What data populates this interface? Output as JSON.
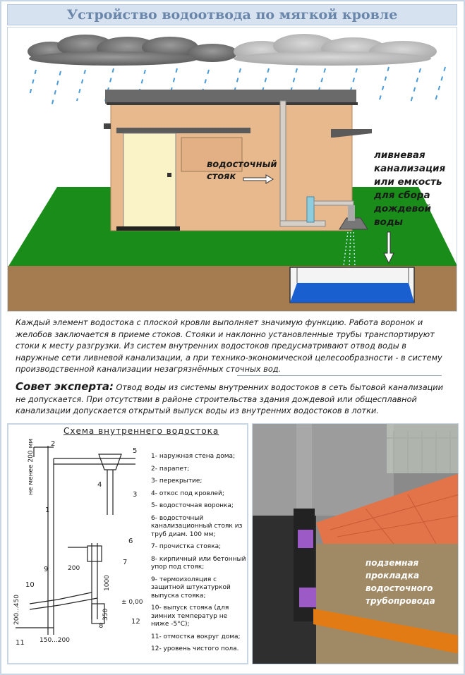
{
  "title": "Устройство водоотвода по мягкой кровле",
  "scene": {
    "label_stoyak_line1": "водосточный",
    "label_stoyak_line2": "стояк",
    "label_liv_line1": "ливневая",
    "label_liv_line2": "канализация",
    "label_liv_line3": "или емкость",
    "label_liv_line4": "для сбора",
    "label_liv_line5": "дождевой",
    "label_liv_line6": "воды"
  },
  "intro_text": "Каждый элемент водостока с плоской кровли выполняет значимую функцию. Работа воронок и желобов заключается в приеме стоков. Стояки и наклонно установленные трубы транспортируют стоки к месту разгрузки. Из систем внутренних водостоков предусматривают отвод воды в наружные сети ливневой канализации, а при технико-экономической целесообразности - в систему производственной канализации незагрязнённых сточных вод.",
  "advice": {
    "heading": "Совет эксперта:",
    "text": " Отвод воды из системы внутренних водостоков в сеть бытовой канализации не допускается. При отсутствии в районе строительства здания дождевой или общесплавной канализации допускается открытый выпуск воды из внутренних водостоков в лотки."
  },
  "schema": {
    "title": "Схема внутреннего водостока",
    "dims": {
      "min200": "не менее 200 мм",
      "d200": "200",
      "d1000": "1000",
      "d350": "350",
      "d200_450": "200...450",
      "d150_200": "150...200",
      "zero": "± 0,00"
    },
    "numbers": [
      "1",
      "2",
      "3",
      "4",
      "5",
      "6",
      "7",
      "8",
      "9",
      "10",
      "11",
      "12"
    ],
    "legend": [
      "1- наружная стена дома;",
      "2- парапет;",
      "3- перекрытие;",
      "4- откос под кровлей;",
      "5- водосточная воронка;",
      "6- водосточный канализационный стояк из труб диам. 100 мм;",
      "7- прочистка стояка;",
      "8- кирпичный или бетонный упор под стояк;",
      "9- термоизоляция с защитной штукатуркой выпуска стояка;",
      "10- выпуск стояка (для зимних температур не ниже -5°С);",
      "11- отмостка вокруг дома;",
      "12- уровень чистого пола."
    ]
  },
  "photo": {
    "label_line1": "подземная",
    "label_line2": "прокладка",
    "label_line3": "водосточного",
    "label_line4": "трубопровода"
  },
  "colors": {
    "grass": "#1a8c1a",
    "soil": "#a47c4f",
    "wall": "#e9b98e",
    "water": "#1a5fd0",
    "sky_drops": "#4a9bd8",
    "title_text": "#6a86aa",
    "title_bg": "#d6e2ef"
  }
}
